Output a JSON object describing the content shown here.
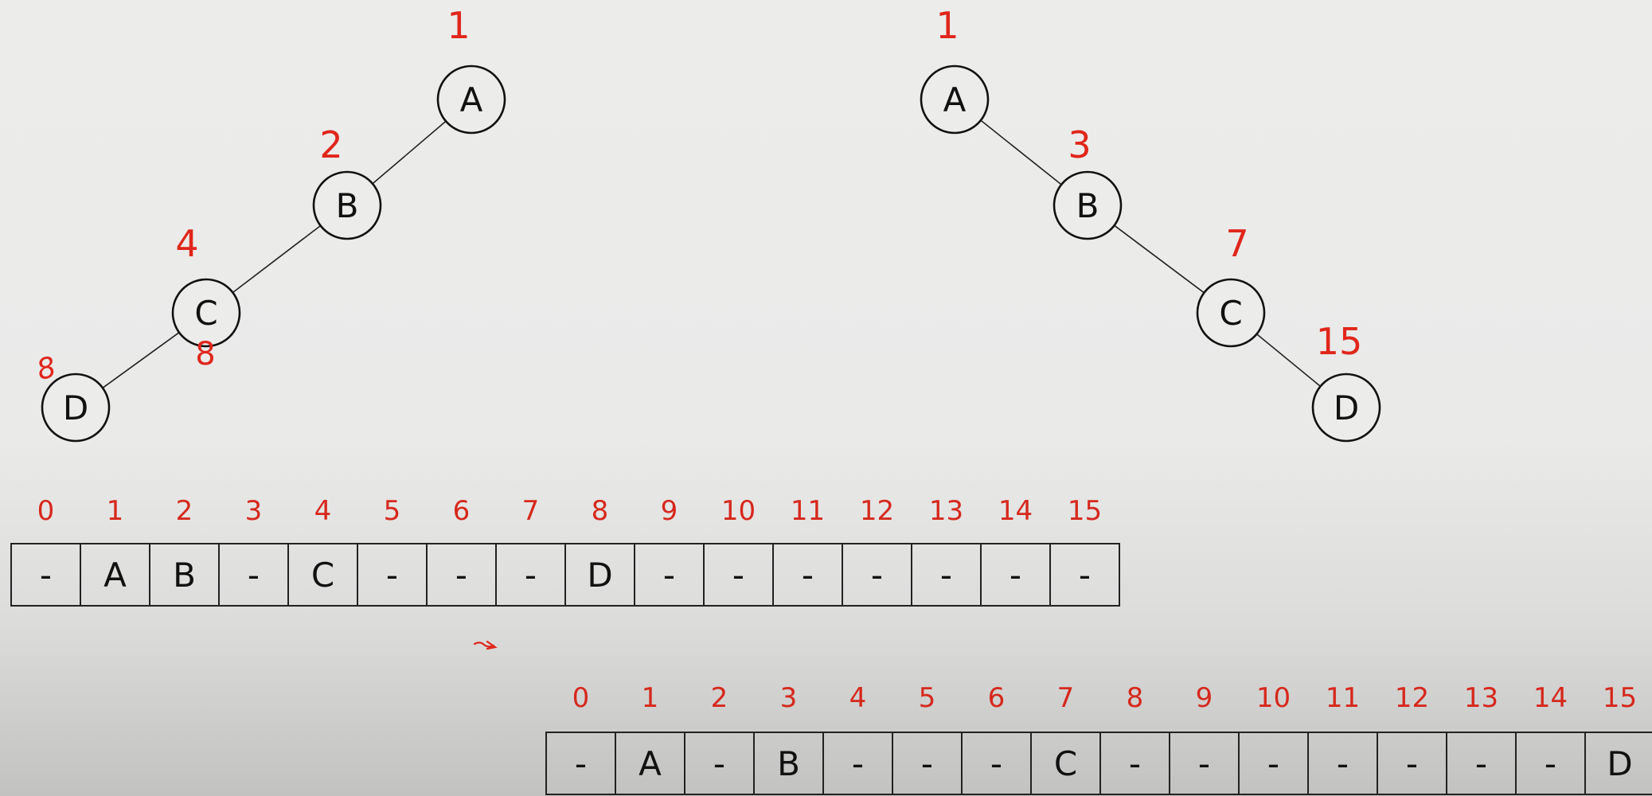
{
  "trees": [
    {
      "id": "left",
      "nodes": [
        {
          "label": "A",
          "number": "1"
        },
        {
          "label": "B",
          "number": "2"
        },
        {
          "label": "C",
          "number": "4"
        },
        {
          "label": "D",
          "number": "8"
        }
      ],
      "edges": [
        [
          "A",
          "B"
        ],
        [
          "B",
          "C"
        ],
        [
          "C",
          "D"
        ]
      ]
    },
    {
      "id": "right",
      "nodes": [
        {
          "label": "A",
          "number": "1"
        },
        {
          "label": "B",
          "number": "3"
        },
        {
          "label": "C",
          "number": "7"
        },
        {
          "label": "D",
          "number": "15"
        }
      ],
      "edges": [
        [
          "A",
          "B"
        ],
        [
          "B",
          "C"
        ],
        [
          "C",
          "D"
        ]
      ]
    }
  ],
  "annotations": {
    "scribble_near_d": "8",
    "below_c": "8"
  },
  "arrays": [
    {
      "id": "array-left",
      "indices": [
        "0",
        "1",
        "2",
        "3",
        "4",
        "5",
        "6",
        "7",
        "8",
        "9",
        "10",
        "11",
        "12",
        "13",
        "14",
        "15"
      ],
      "cells": [
        "-",
        "A",
        "B",
        "-",
        "C",
        "-",
        "-",
        "-",
        "D",
        "-",
        "-",
        "-",
        "-",
        "-",
        "-",
        "-"
      ]
    },
    {
      "id": "array-right",
      "indices": [
        "0",
        "1",
        "2",
        "3",
        "4",
        "5",
        "6",
        "7",
        "8",
        "9",
        "10",
        "11",
        "12",
        "13",
        "14",
        "15"
      ],
      "cells": [
        "-",
        "A",
        "-",
        "B",
        "-",
        "-",
        "-",
        "C",
        "-",
        "-",
        "-",
        "-",
        "-",
        "-",
        "-",
        "D"
      ]
    }
  ],
  "colors": {
    "annotation_red": "#e0261b",
    "line": "#111111"
  }
}
